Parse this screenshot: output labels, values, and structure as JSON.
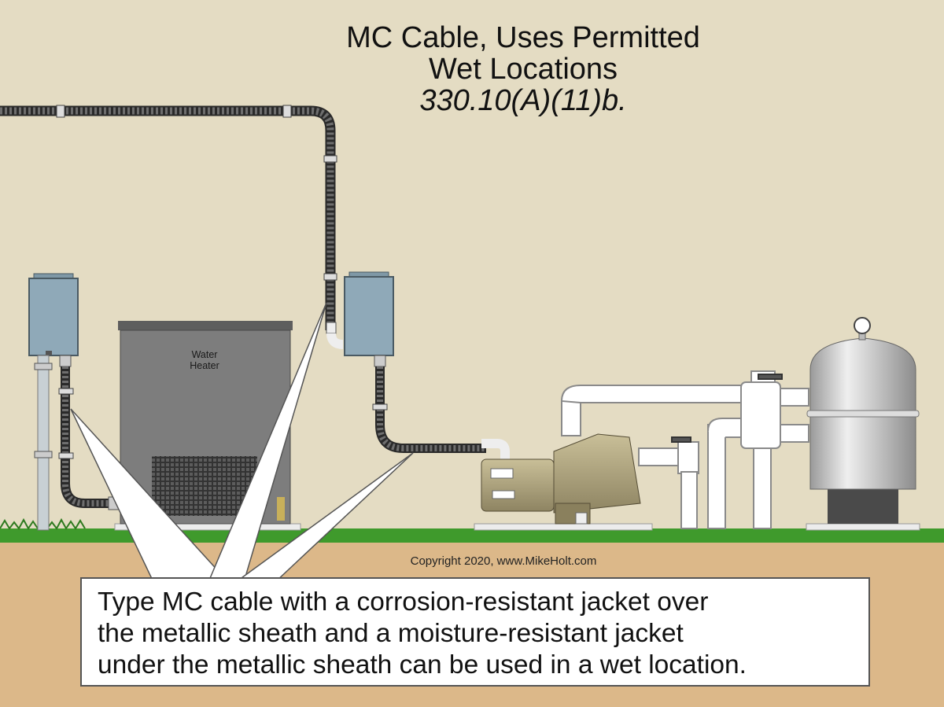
{
  "title": {
    "line1": "MC Cable, Uses Permitted",
    "line2": "Wet Locations",
    "reference": "330.10(A)(11)b."
  },
  "labels": {
    "water_heater_1": "Water",
    "water_heater_2": "Heater"
  },
  "copyright": "Copyright 2020, www.MikeHolt.com",
  "callout": {
    "line1": "Type MC cable with a corrosion-resistant jacket over",
    "line2": "the metallic sheath and a moisture-resistant jacket",
    "line3": "under the metallic sheath can be used in a wet location."
  },
  "colors": {
    "wall": "#e4dcc3",
    "ground": "#dcb889",
    "grass": "#3f9a2c",
    "cable": "#333333",
    "box": "#8fa9b8",
    "heater": "#7d7d7d",
    "pipe": "#ffffff",
    "pump": "#b3a77f",
    "tank": "#d3d3d3"
  }
}
